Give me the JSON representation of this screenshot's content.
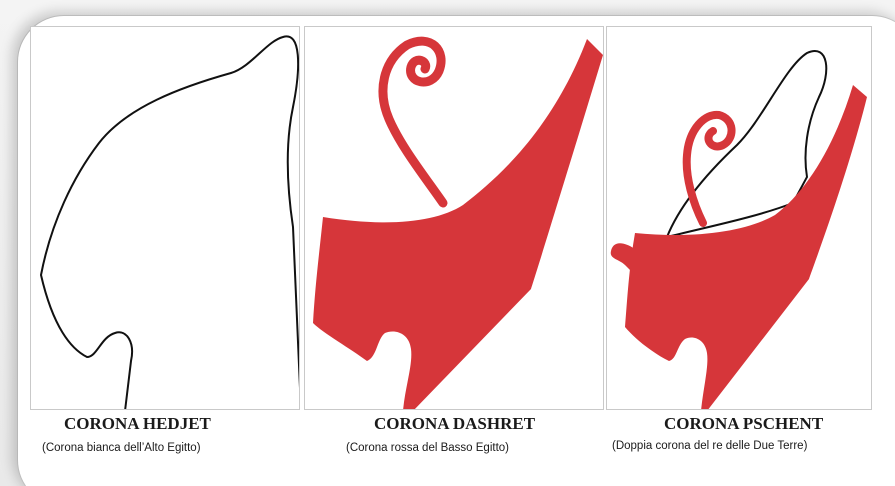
{
  "colors": {
    "crown_red": "#d6363a",
    "outline": "#111111",
    "panel_border": "#c9c9c9"
  },
  "panels": [
    {
      "title": "CORONA HEDJET",
      "subtitle": "(Corona bianca dell’Alto Egitto)"
    },
    {
      "title": "CORONA DASHRET",
      "subtitle": "(Corona rossa del Basso Egitto)"
    },
    {
      "title": "CORONA PSCHENT",
      "subtitle": "(Doppia corona del re delle Due Terre)"
    }
  ]
}
